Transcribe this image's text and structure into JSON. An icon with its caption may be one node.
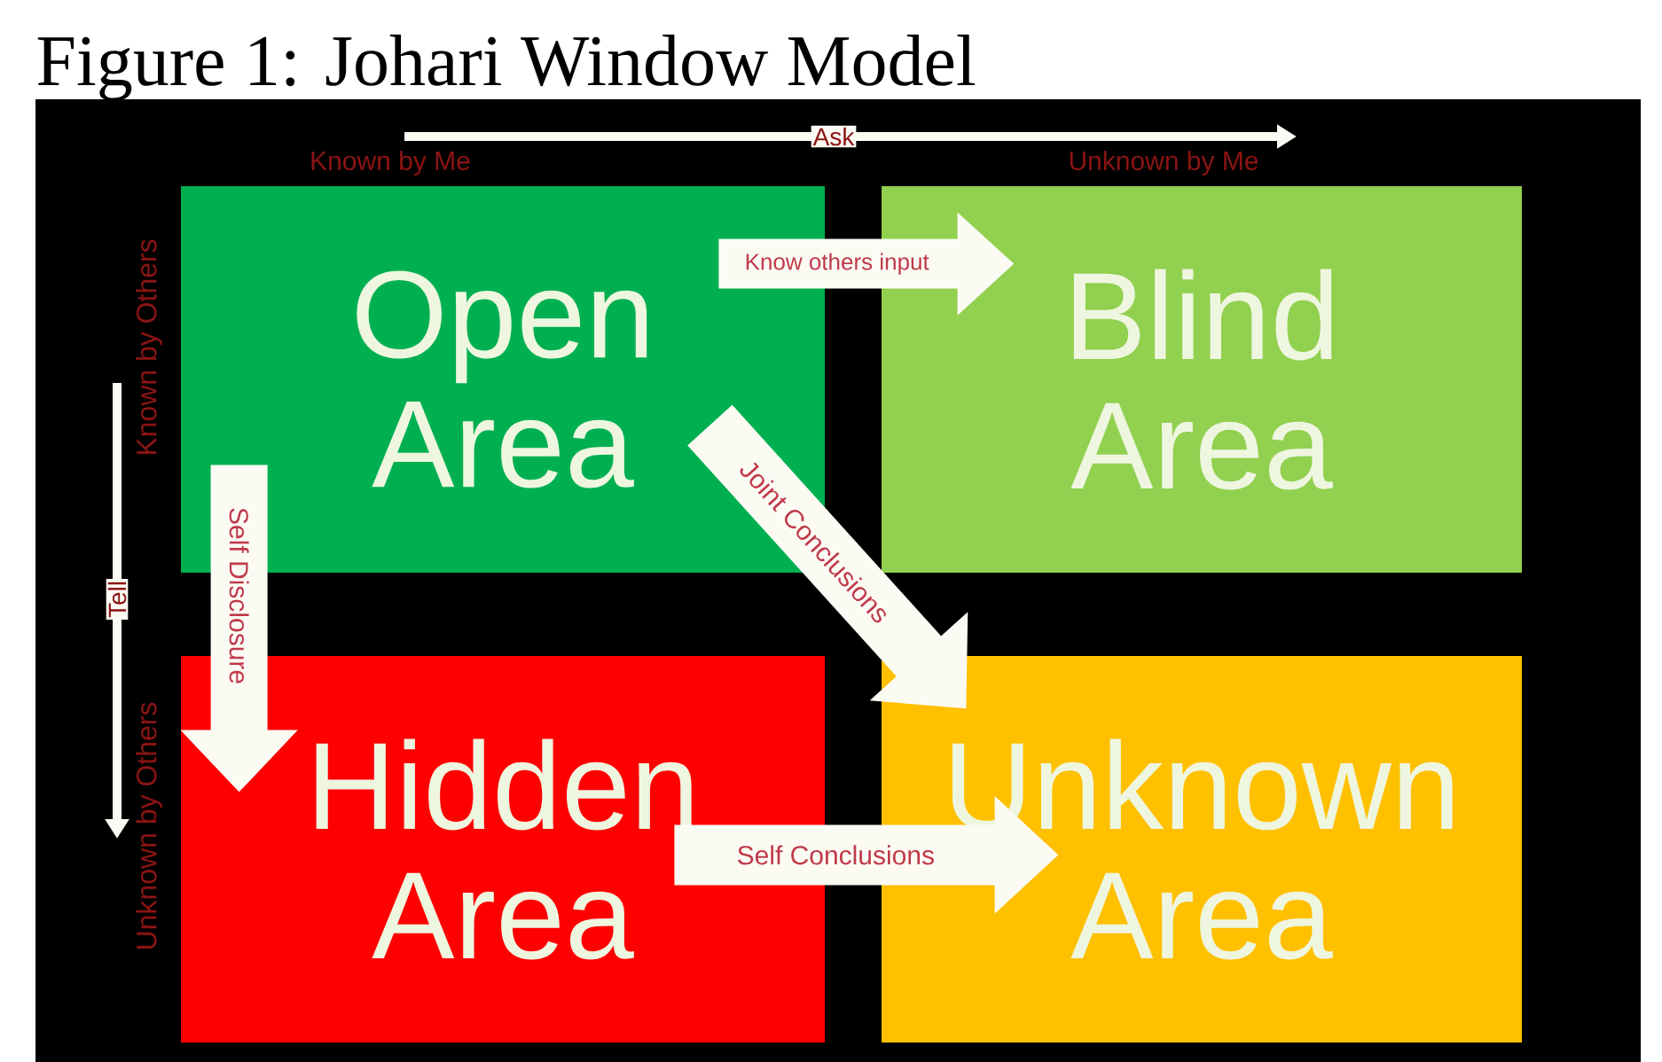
{
  "diagram": {
    "title": "Figure 1: Johari Window Model",
    "nodes": [
      {
        "text": [
          "Open Area"
        ]
      },
      {
        "text": [
          "Blind Area"
        ]
      },
      {
        "text": [
          "Hidden Area"
        ]
      },
      {
        "text": [
          "Unknown Area"
        ]
      }
    ],
    "edges": [
      {
        "from": 0,
        "to": 1,
        "arrow": "to",
        "label": "Know others input"
      },
      {
        "from": 0,
        "to": 3,
        "arrow": "to",
        "label": "Joint Conclusions"
      },
      {
        "from": 0,
        "to": 2,
        "arrow": "to",
        "label": "Self Disclosure"
      },
      {
        "from": 2,
        "to": 3,
        "arrow": "to",
        "label": "Self Conclusions"
      }
    ],
    "labels": [
      "Ask",
      "Known by Me",
      "Unknown by Me",
      "Known by Others",
      "Tell",
      "Unknown by Others"
    ]
  }
}
